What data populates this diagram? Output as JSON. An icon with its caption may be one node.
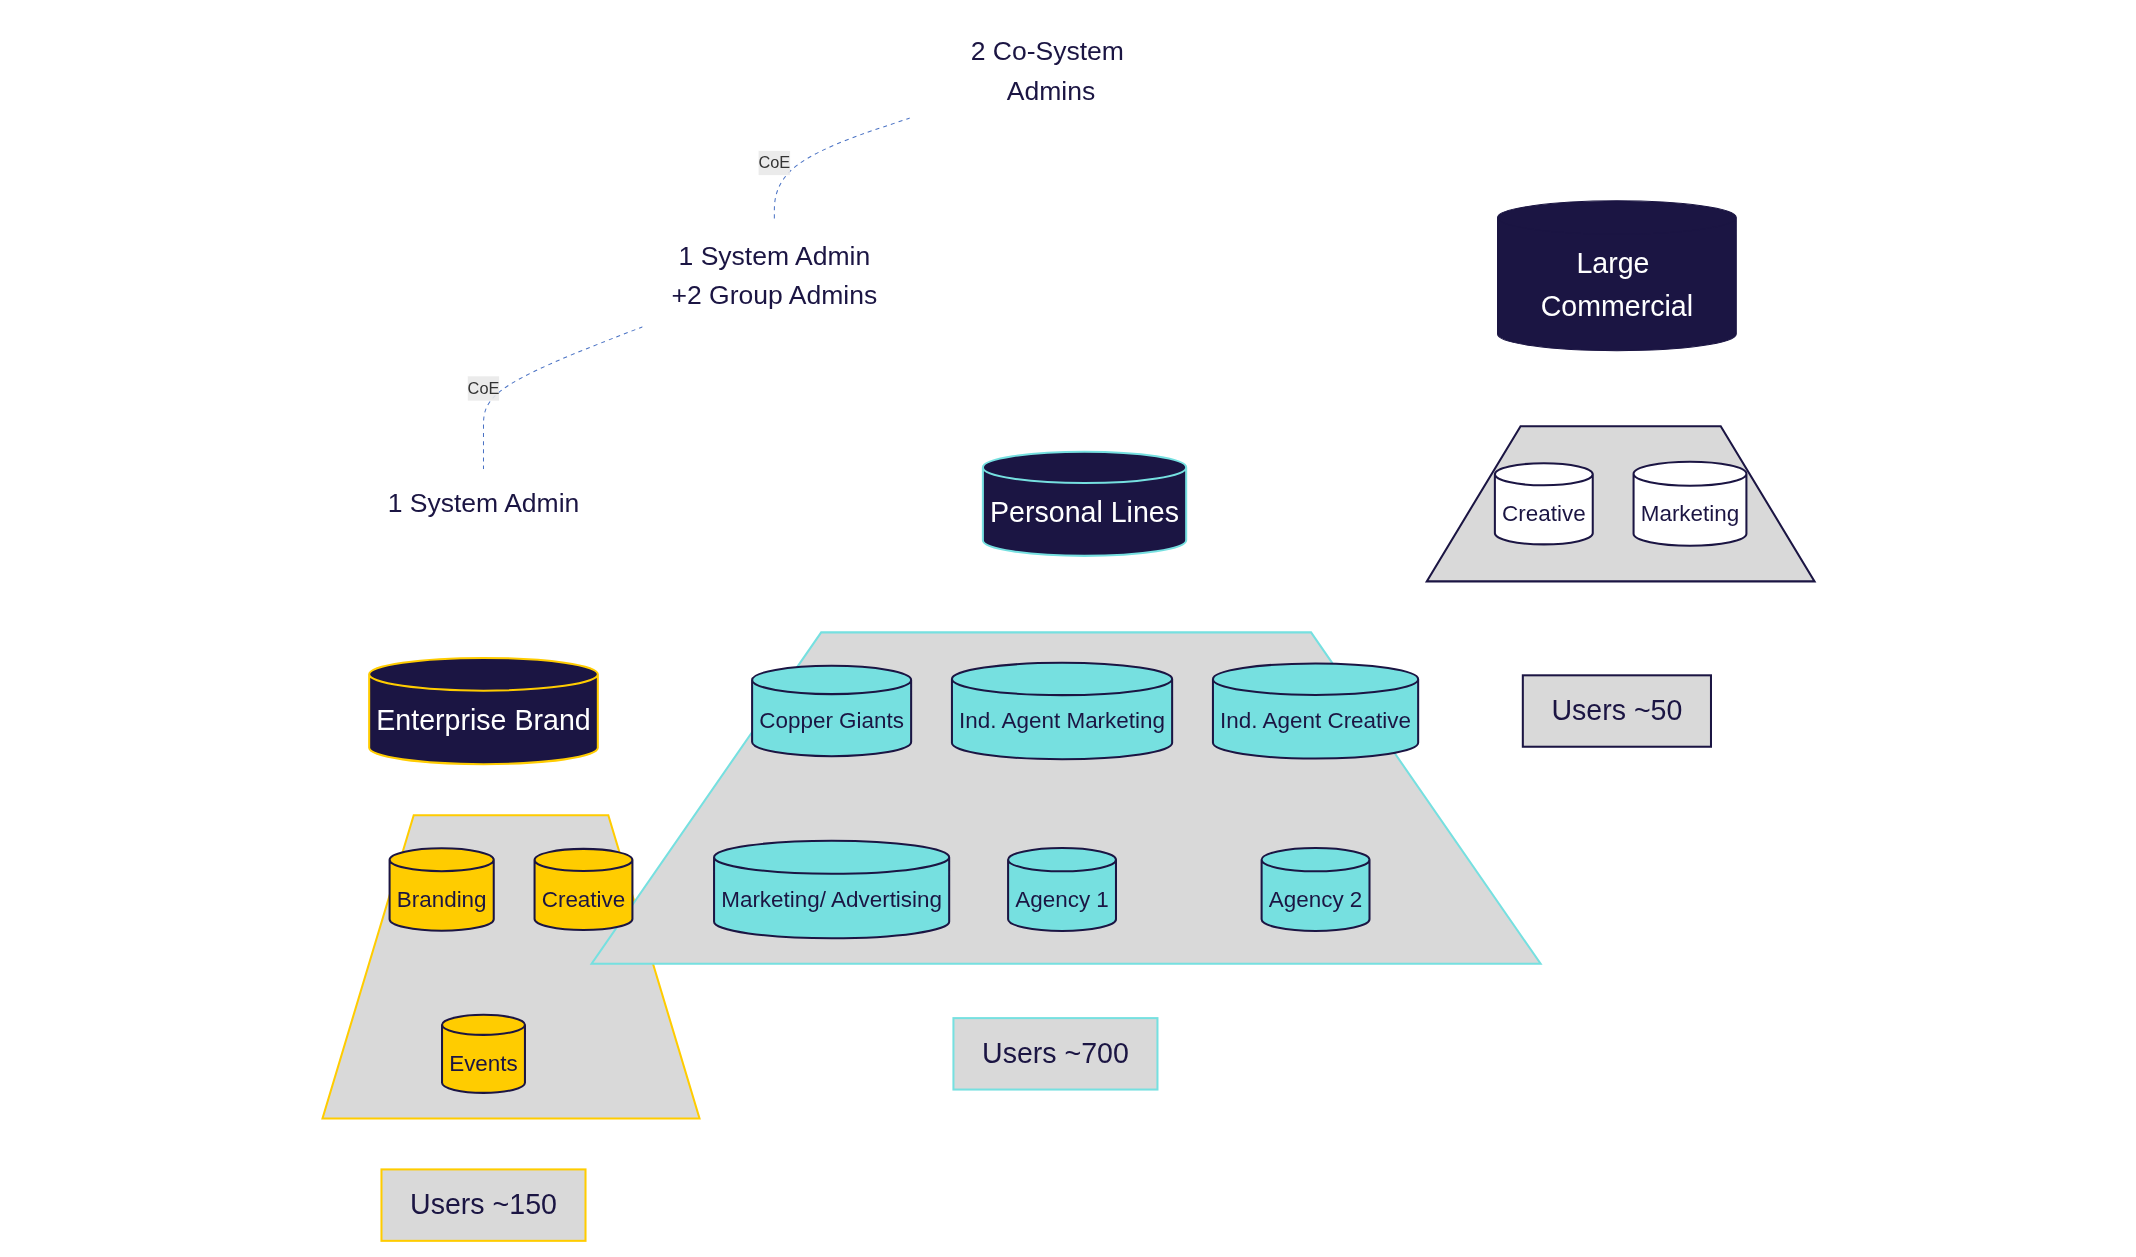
{
  "diagram": {
    "nodes": [
      {
        "text": [
          "2 Co-System Admins"
        ]
      },
      {
        "text": [
          "1 System Admin",
          "+2 Group Admins"
        ]
      },
      {
        "text": [
          "1 System Admin"
        ]
      },
      {
        "text": [
          "Large Commercial"
        ]
      },
      {
        "text": [],
        "shape": "trapezoid"
      },
      {
        "text": [
          "Creative"
        ],
        "in": 4
      },
      {
        "text": [
          "Marketing"
        ],
        "in": 4
      },
      {
        "text": [
          "Users ~50"
        ]
      },
      {
        "text": [
          "Personal Lines"
        ]
      },
      {
        "text": [],
        "shape": "trapezoid"
      },
      {
        "text": [
          "Copper Giants"
        ],
        "in": 9
      },
      {
        "text": [
          "Ind. Agent Marketing"
        ],
        "in": 9
      },
      {
        "text": [
          "Ind. Agent Creative"
        ],
        "in": 9
      },
      {
        "text": [
          "Marketing/ Advertising"
        ],
        "in": 9
      },
      {
        "text": [
          "Agency 1"
        ],
        "in": 9
      },
      {
        "text": [
          "Agency 2"
        ],
        "in": 9
      },
      {
        "text": [
          "Users ~700"
        ]
      },
      {
        "text": [
          "Enterprise Brand"
        ]
      },
      {
        "text": [],
        "shape": "trapezoid"
      },
      {
        "text": [
          "Branding"
        ],
        "in": 18
      },
      {
        "text": [
          "Creative"
        ],
        "in": 18
      },
      {
        "text": [
          "Events"
        ],
        "in": 18
      },
      {
        "text": [
          "Users ~150"
        ]
      }
    ],
    "edges": [
      {
        "from": 0,
        "to": 1,
        "arrow": "none",
        "label": "CoE",
        "style": "dashed"
      },
      {
        "from": 1,
        "to": 2,
        "arrow": "none",
        "label": "CoE",
        "style": "dashed"
      }
    ]
  }
}
